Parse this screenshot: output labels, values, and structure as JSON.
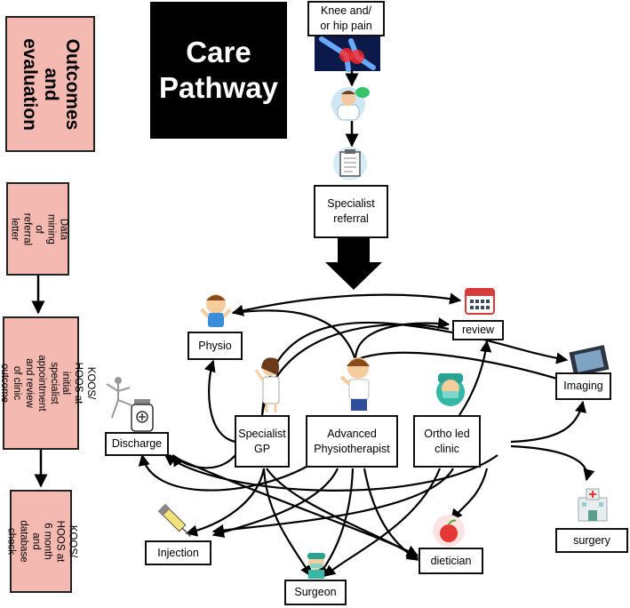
{
  "title": "Care\nPathway",
  "outcomes": {
    "heading": "Outcomes\nand\nevaluation",
    "steps": [
      "Data mining of\nreferral letter",
      "KOOS/ HOOS at initial\nspecialist appointment\nand review of clinic\noutcome letter",
      "KOOS/ HOOS at\n6 month and\ndatabase check"
    ]
  },
  "nodes": {
    "knee_hip_pain": "Knee and/\nor hip pain",
    "specialist_referral": "Specialist\nreferral",
    "physio": "Physio",
    "review": "review",
    "imaging": "Imaging",
    "discharge": "Discharge",
    "specialist_gp": "Specialist\nGP",
    "advanced_physio": "Advanced\nPhysiotherapist",
    "ortho_clinic": "Ortho led\nclinic",
    "surgery": "surgery",
    "injection": "Injection",
    "dietician": "dietician",
    "surgeon": "Surgeon"
  },
  "icons": {
    "pain": "knee-pain-xray-icon",
    "doctor": "doctor-chat-icon",
    "letter": "clipboard-letter-icon",
    "big_arrow": "down-arrow-icon",
    "physio": "physio-person-icon",
    "calendar": "calendar-icon",
    "xray": "xray-film-icon",
    "yoga": "yoga-pose-icon",
    "pill_bottle": "medicine-bottle-icon",
    "gp": "female-doctor-icon",
    "advanced_physio": "physiotherapist-person-icon",
    "ortho": "surgeon-mask-icon",
    "hospital": "hospital-building-icon",
    "syringe": "syringe-icon",
    "apple": "apple-icon",
    "surgeon": "surgeon-icon"
  },
  "colors": {
    "outcome_fill": "#f4b9b0",
    "title_fill": "#000000",
    "line": "#000000"
  }
}
